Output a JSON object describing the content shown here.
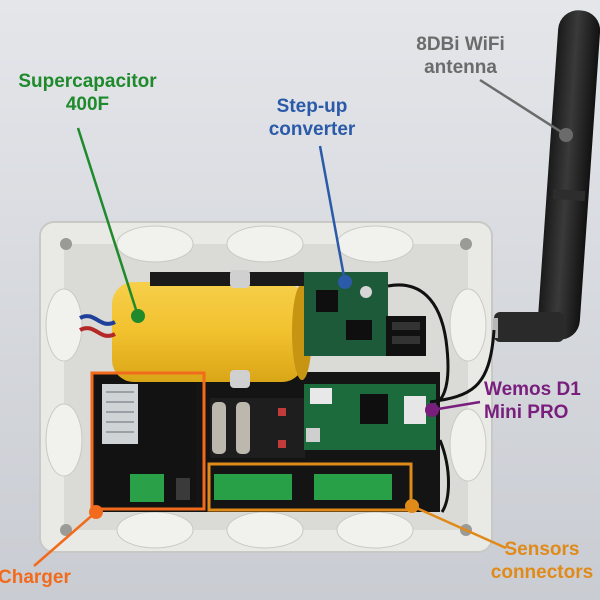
{
  "labels": {
    "supercap_line1": "Supercapacitor",
    "supercap_line2": "400F",
    "stepup_line1": "Step-up",
    "stepup_line2": "converter",
    "antenna_line1": "8DBi WiFi",
    "antenna_line2": "antenna",
    "wemos_line1": "Wemos D1",
    "wemos_line2": "Mini PRO",
    "charger": "Charger",
    "sensors_line1": "Sensors",
    "sensors_line2": "connectors"
  },
  "colors": {
    "supercap": "#1f8a2c",
    "stepup": "#2a5aa8",
    "antenna": "#6b6b6b",
    "wemos": "#7a1e7e",
    "charger": "#f26b1d",
    "sensors": "#e08a1a"
  }
}
